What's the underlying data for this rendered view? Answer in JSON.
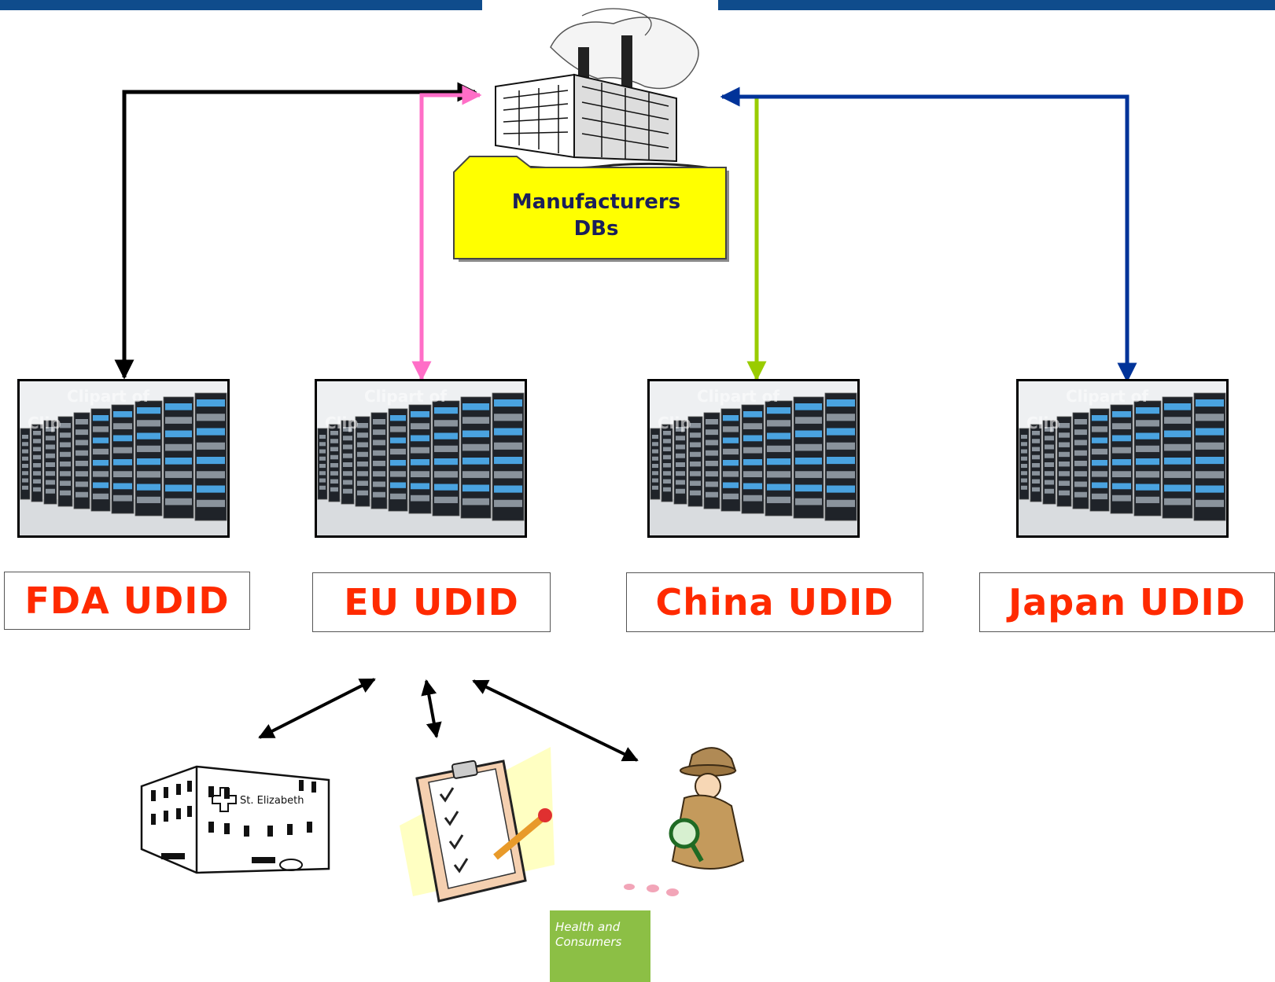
{
  "nodes": {
    "manufacturers_db": "Manufacturers\nDBs",
    "fda": "FDA UDID",
    "eu": "EU UDID",
    "china": "China UDID",
    "japan": "Japan UDID"
  },
  "server_watermark": [
    "Clipart of",
    "Clip"
  ],
  "footer": "Health and\nConsumers",
  "hospital_sign": "St. Elizabeth",
  "colors": {
    "fda_line": "#000000",
    "eu_line": "#ff6ec7",
    "china_line": "#99cc00",
    "japan_line": "#003399",
    "label_text": "#ff2a00",
    "db_box": "#ffff00",
    "topbar": "#0f4c8c",
    "footer_box": "#8cbf45"
  },
  "icons": [
    "factory-icon",
    "server-rack-icon",
    "hospital-icon",
    "clipboard-checklist-icon",
    "detective-icon"
  ]
}
